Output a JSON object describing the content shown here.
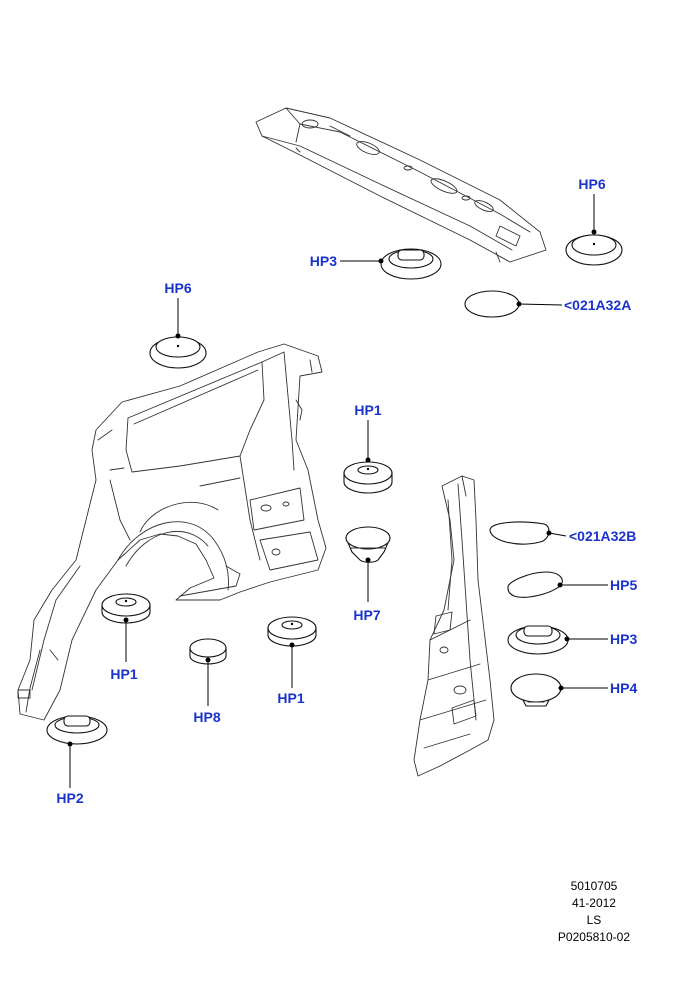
{
  "callouts": {
    "hp6_top": "HP6",
    "hp3_top": "HP3",
    "ref_a": "<021A32A",
    "hp6_left": "HP6",
    "hp1_mid": "HP1",
    "ref_b": "<021A32B",
    "hp5": "HP5",
    "hp3_right": "HP3",
    "hp4": "HP4",
    "hp7": "HP7",
    "hp1_left": "HP1",
    "hp8": "HP8",
    "hp1_center": "HP1",
    "hp2": "HP2"
  },
  "footer": {
    "line1": "5010705",
    "line2": "41-2012",
    "line3": "LS",
    "line4": "P0205810-02"
  },
  "colors": {
    "callout_text": "#1a33cc",
    "line_art": "#333333"
  }
}
